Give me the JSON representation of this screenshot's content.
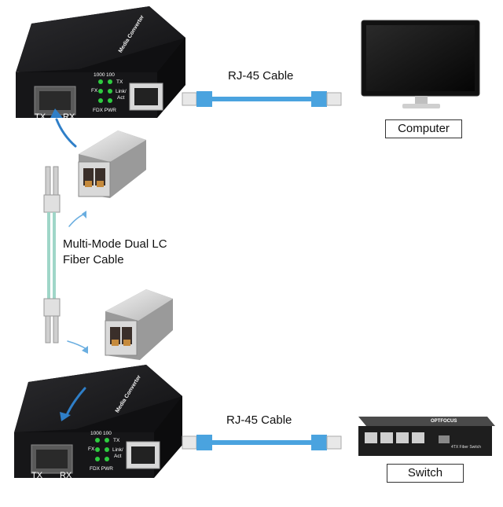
{
  "diagram": {
    "top_cable_label": "RJ-45 Cable",
    "bottom_cable_label": "RJ-45 Cable",
    "computer_label": "Computer",
    "switch_label": "Switch",
    "fiber_label_line1": "Multi-Mode Dual LC",
    "fiber_label_line2": "Fiber Cable",
    "converter": {
      "tx": "TX",
      "rx": "RX",
      "speed_1000": "1000",
      "speed_100": "100",
      "fx": "FX",
      "tx_led": "TX",
      "link": "Link/",
      "act": "Act",
      "fdx_pwr": "FDX PWR",
      "brand": "Media Converter"
    },
    "switch_brand": "OPTFOCUS",
    "switch_model": "4TX Fiber Switch",
    "colors": {
      "cable_blue": "#4aa3df",
      "converter_body": "#1c1c1e",
      "led_green": "#2ecc40",
      "arrow_blue": "#2f7fc8",
      "fiber_teal": "#9fd6c8"
    }
  }
}
